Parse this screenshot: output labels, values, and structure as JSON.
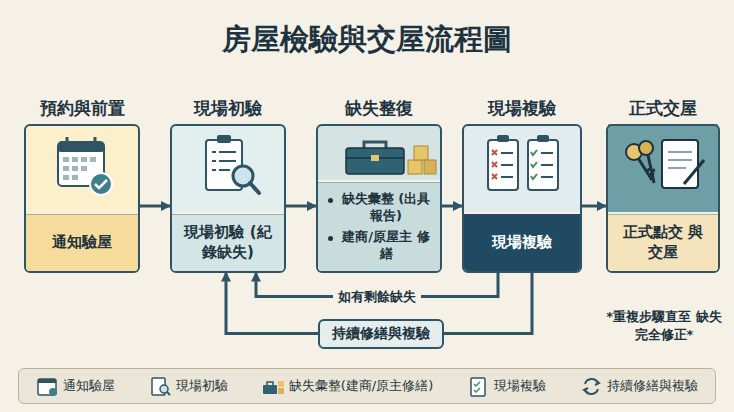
{
  "diagram": {
    "title": "房屋檢驗與交屋流程圖",
    "nodes": [
      {
        "text": [
          "預約與前置",
          "通知驗屋"
        ]
      },
      {
        "text": [
          "現場初驗",
          "現場初驗 (紀錄缺失)"
        ]
      },
      {
        "text": [
          "缺失整復",
          "缺失彙整 (出具報告)",
          "建商/原屋主 修繕"
        ]
      },
      {
        "text": [
          "現場複驗",
          "現場複驗"
        ]
      },
      {
        "text": [
          "正式交屋",
          "正式點交 與交屋"
        ]
      },
      {
        "text": [
          "持續修繕與複驗"
        ]
      }
    ],
    "edges": [
      {
        "from": 0,
        "to": 1,
        "arrow": "to"
      },
      {
        "from": 1,
        "to": 2,
        "arrow": "to"
      },
      {
        "from": 2,
        "to": 3,
        "arrow": "to"
      },
      {
        "from": 3,
        "to": 4,
        "arrow": "to"
      },
      {
        "from": 3,
        "to": 1,
        "label": "如有剩餘缺失",
        "arrow": "to"
      },
      {
        "from": 3,
        "to": 5,
        "arrow": "none"
      },
      {
        "from": 5,
        "to": 1,
        "arrow": "to"
      }
    ],
    "labels": [
      "*重複步驟直至 缺失完全修正*"
    ],
    "legend": [
      {
        "text": "通知驗屋"
      },
      {
        "text": "現場初驗"
      },
      {
        "text": "缺失彙整(建商/原主修繕)"
      },
      {
        "text": "現場複驗"
      },
      {
        "text": "持續修繕與複驗"
      }
    ]
  }
}
